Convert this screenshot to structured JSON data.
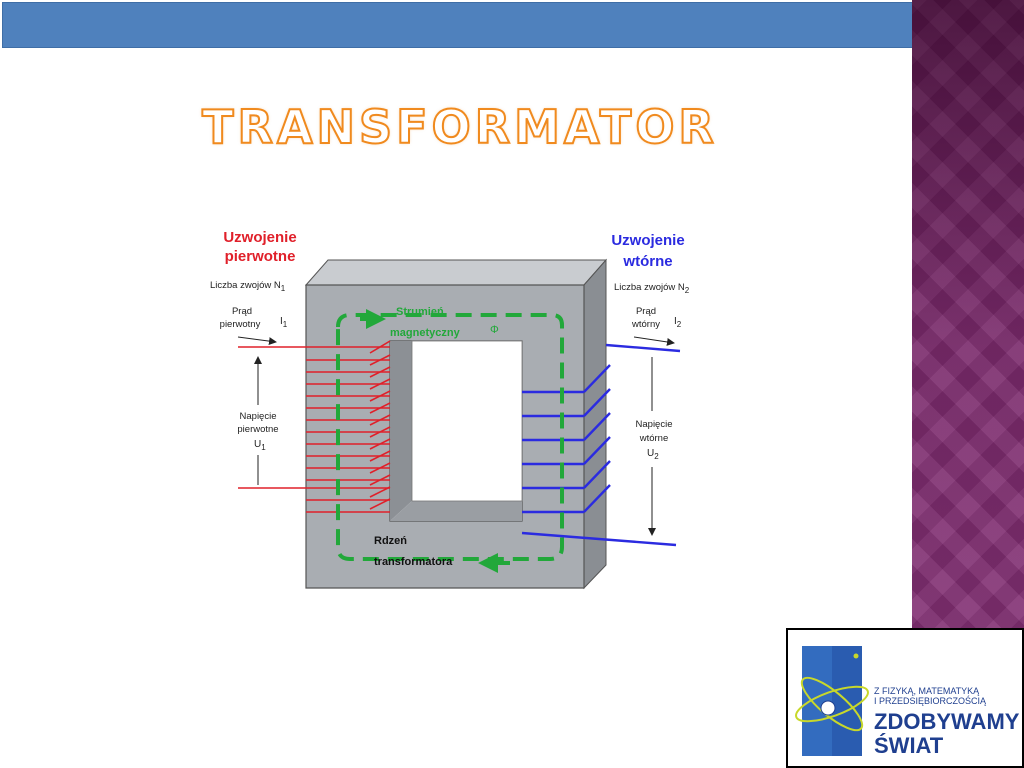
{
  "slide": {
    "title": "TRANSFORMATOR"
  },
  "diagram": {
    "primary_title_line1": "Uzwojenie",
    "primary_title_line2": "pierwotne",
    "primary_turns": "Liczba zwojów N",
    "primary_turns_sub": "1",
    "primary_current_line1": "Prąd",
    "primary_current_line2": "pierwotny",
    "primary_current_symbol": "I",
    "primary_current_sub": "1",
    "primary_voltage_line1": "Napięcie",
    "primary_voltage_line2": "pierwotne",
    "primary_voltage_symbol": "U",
    "primary_voltage_sub": "1",
    "secondary_title_line1": "Uzwojenie",
    "secondary_title_line2": "wtórne",
    "secondary_turns": "Liczba zwojów N",
    "secondary_turns_sub": "2",
    "secondary_current_line1": "Prąd",
    "secondary_current_line2": "wtórny",
    "secondary_current_symbol": "I",
    "secondary_current_sub": "2",
    "secondary_voltage_line1": "Napięcie",
    "secondary_voltage_line2": "wtórne",
    "secondary_voltage_symbol": "U",
    "secondary_voltage_sub": "2",
    "flux_line1": "Strumień",
    "flux_line2": "magnetyczny",
    "flux_symbol": "Φ",
    "core_line1": "Rdzeń",
    "core_line2": "transformatora"
  },
  "logo": {
    "tagline_line1": "Z FIZYKĄ, MATEMATYKĄ",
    "tagline_line2": "I PRZEDSIĘBIORCZOŚCIĄ",
    "name_line1": "ZDOBYWAMY",
    "name_line2": "ŚWIAT"
  },
  "colors": {
    "top_bar": "#4f81bd",
    "title_outline": "#f08a1e",
    "primary": "#e0202a",
    "secondary": "#2b2be0",
    "flux": "#22a83a",
    "core": "#a9adb2",
    "side_panel": "#7a2a6a"
  }
}
